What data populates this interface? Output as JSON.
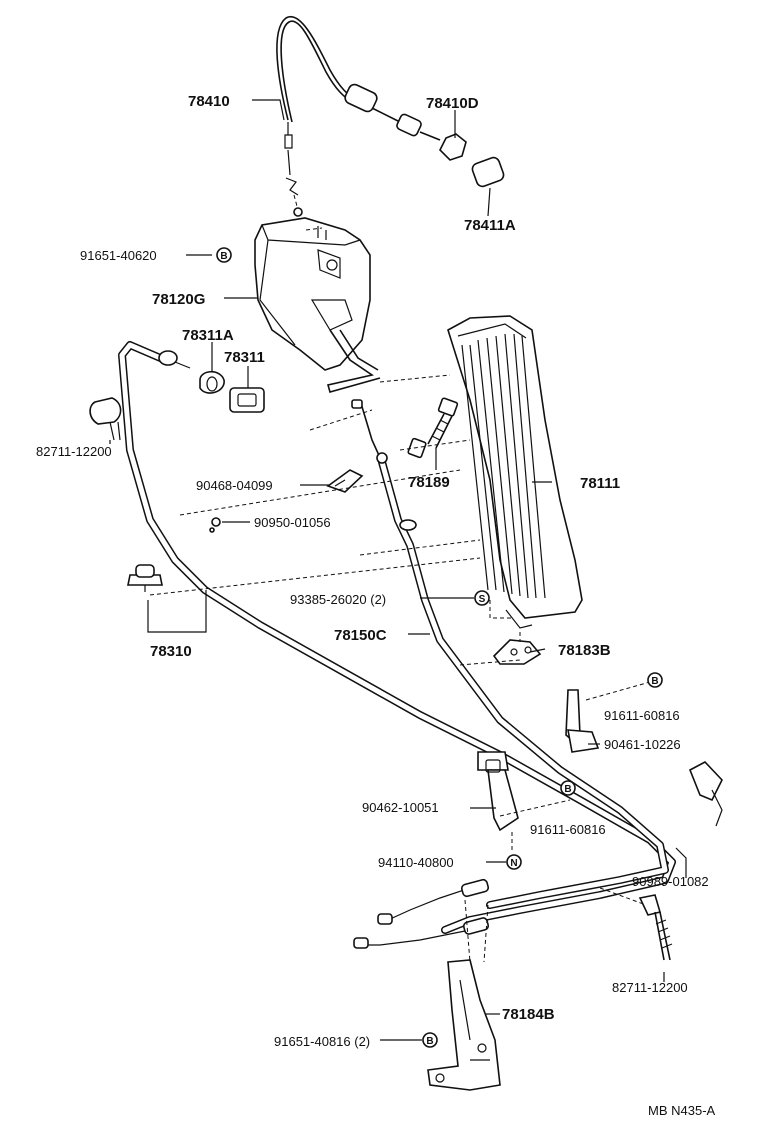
{
  "diagram_code": "MB N435-A",
  "symbols": {
    "B": "B",
    "S": "S",
    "N": "N"
  },
  "parts": {
    "p78410": "78410",
    "p78410D": "78410D",
    "p78411A": "78411A",
    "p91651_40620": "91651-40620",
    "p78120G": "78120G",
    "p78311A": "78311A",
    "p78311": "78311",
    "p82711_12200_top": "82711-12200",
    "p90468_04099": "90468-04099",
    "p78189": "78189",
    "p78111": "78111",
    "p90950_01056": "90950-01056",
    "p93385_26020": "93385-26020 (2)",
    "p78150C": "78150C",
    "p78183B": "78183B",
    "p78310": "78310",
    "p91611_60816_a": "91611-60816",
    "p90461_10226": "90461-10226",
    "p90462_10051": "90462-10051",
    "p91611_60816_b": "91611-60816",
    "p94110_40800": "94110-40800",
    "p90989_01082": "90989-01082",
    "p82711_12200_bot": "82711-12200",
    "p78184B": "78184B",
    "p91651_40816": "91651-40816 (2)"
  }
}
